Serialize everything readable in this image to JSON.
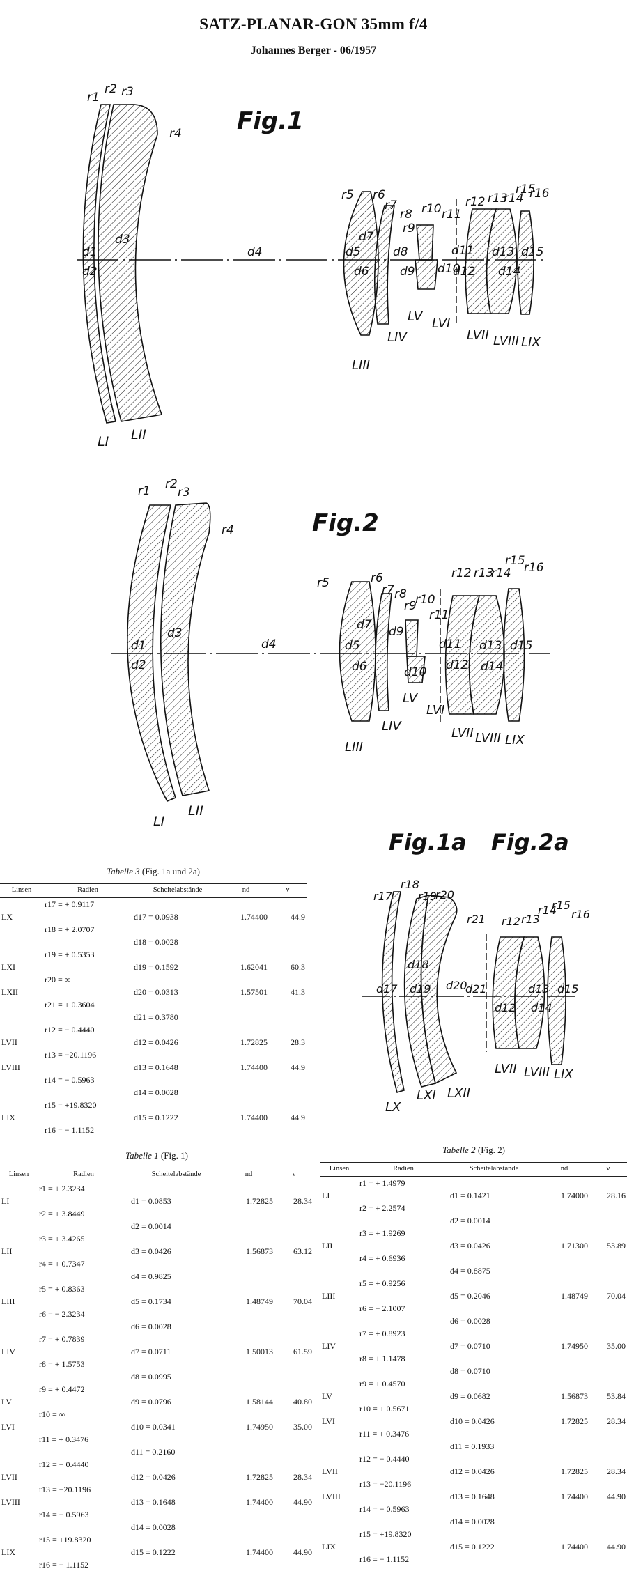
{
  "header": {
    "title": "SATZ-PLANAR-GON 35mm f/4",
    "subtitle": "Johannes Berger - 06/1957"
  },
  "fig1": {
    "caption": "Fig.1",
    "labels": {
      "r1": "r1",
      "r2": "r2",
      "r3": "r3",
      "r4": "r4",
      "r5": "r5",
      "r6": "r6",
      "r7": "r7",
      "r8": "r8",
      "r9": "r9",
      "r10": "r10",
      "r11": "r11",
      "r12": "r12",
      "r13": "r13",
      "r14": "r14",
      "r15": "r15",
      "r16": "r16",
      "d1": "d1",
      "d2": "d2",
      "d3": "d3",
      "d4": "d4",
      "d5": "d5",
      "d6": "d6",
      "d7": "d7",
      "d8": "d8",
      "d9": "d9",
      "d10": "d10",
      "d11": "d11",
      "d12": "d12",
      "d13": "d13",
      "d14": "d14",
      "d15": "d15",
      "L1": "LI",
      "L2": "LII",
      "L3": "LIII",
      "L4": "LIV",
      "L5": "LV",
      "L6": "LVI",
      "L7": "LVII",
      "L8": "LVIII",
      "L9": "LIX"
    }
  },
  "fig2": {
    "caption": "Fig.2",
    "labels": {
      "r1": "r1",
      "r2": "r2",
      "r3": "r3",
      "r4": "r4",
      "r5": "r5",
      "r6": "r6",
      "r7": "r7",
      "r8": "r8",
      "r9": "r9",
      "r10": "r10",
      "r11": "r11",
      "r12": "r12",
      "r13": "r13",
      "r14": "r14",
      "r15": "r15",
      "r16": "r16",
      "d1": "d1",
      "d2": "d2",
      "d3": "d3",
      "d4": "d4",
      "d5": "d5",
      "d6": "d6",
      "d7": "d7",
      "d9": "d9",
      "d10": "d10",
      "d11": "d11",
      "d12": "d12",
      "d13": "d13",
      "d14": "d14",
      "d15": "d15",
      "L1": "LI",
      "L2": "LII",
      "L3": "LIII",
      "L4": "LIV",
      "L5": "LV",
      "L6": "LVI",
      "L7": "LVII",
      "L8": "LVIII",
      "L9": "LIX"
    }
  },
  "fig1a": {
    "caption": "Fig.1a",
    "caption2": "Fig.2a",
    "labels": {
      "r12": "r12",
      "r13": "r13",
      "r14": "r14",
      "r15": "r15",
      "r16": "r16",
      "r17": "r17",
      "r18": "r18",
      "r19": "r19",
      "r20": "r20",
      "r21": "r21",
      "d12": "d12",
      "d13": "d13",
      "d14": "d14",
      "d15": "d15",
      "d17": "d17",
      "d18": "d18",
      "d19": "d19",
      "d20": "d20",
      "d21": "d21",
      "L7": "LVII",
      "L8": "LVIII",
      "L9": "LIX",
      "LX": "LX",
      "LXI": "LXI",
      "LXII": "LXII"
    }
  },
  "tables": {
    "headers": {
      "linsen": "Linsen",
      "radien": "Radien",
      "scheitel": "Scheitelabstände",
      "nd": "nd",
      "nu": "ν"
    },
    "t3": {
      "caption_prefix": "Tabelle",
      "number": "3",
      "caption_suffix": "(Fig. 1a und 2a)",
      "rows": [
        [
          "",
          "r17 = + 0.9117",
          "",
          "",
          ""
        ],
        [
          "LX",
          "",
          "d17 = 0.0938",
          "1.74400",
          "44.9"
        ],
        [
          "",
          "r18 = + 2.0707",
          "",
          "",
          ""
        ],
        [
          "",
          "",
          "d18 = 0.0028",
          "",
          ""
        ],
        [
          "",
          "r19 = + 0.5353",
          "",
          "",
          ""
        ],
        [
          "LXI",
          "",
          "d19 = 0.1592",
          "1.62041",
          "60.3"
        ],
        [
          "",
          "r20 = ∞",
          "",
          "",
          ""
        ],
        [
          "LXII",
          "",
          "d20 = 0.0313",
          "1.57501",
          "41.3"
        ],
        [
          "",
          "r21 = + 0.3604",
          "",
          "",
          ""
        ],
        [
          "",
          "",
          "d21 = 0.3780",
          "",
          ""
        ],
        [
          "",
          "r12 = − 0.4440",
          "",
          "",
          ""
        ],
        [
          "LVII",
          "",
          "d12 = 0.0426",
          "1.72825",
          "28.3"
        ],
        [
          "",
          "r13 = −20.1196",
          "",
          "",
          ""
        ],
        [
          "LVIII",
          "",
          "d13 = 0.1648",
          "1.74400",
          "44.9"
        ],
        [
          "",
          "r14 = − 0.5963",
          "",
          "",
          ""
        ],
        [
          "",
          "",
          "d14 = 0.0028",
          "",
          ""
        ],
        [
          "",
          "r15 = +19.8320",
          "",
          "",
          ""
        ],
        [
          "LIX",
          "",
          "d15 = 0.1222",
          "1.74400",
          "44.9"
        ],
        [
          "",
          "r16 = − 1.1152",
          "",
          "",
          ""
        ]
      ]
    },
    "t1": {
      "caption_prefix": "Tabelle",
      "number": "1",
      "caption_suffix": "(Fig. 1)",
      "rows": [
        [
          "",
          "r1 = + 2.3234",
          "",
          "",
          ""
        ],
        [
          "LI",
          "",
          "d1 = 0.0853",
          "1.72825",
          "28.34"
        ],
        [
          "",
          "r2 = + 3.8449",
          "",
          "",
          ""
        ],
        [
          "",
          "",
          "d2 = 0.0014",
          "",
          ""
        ],
        [
          "",
          "r3 = + 3.4265",
          "",
          "",
          ""
        ],
        [
          "LII",
          "",
          "d3 = 0.0426",
          "1.56873",
          "63.12"
        ],
        [
          "",
          "r4 = + 0.7347",
          "",
          "",
          ""
        ],
        [
          "",
          "",
          "d4 = 0.9825",
          "",
          ""
        ],
        [
          "",
          "r5 = + 0.8363",
          "",
          "",
          ""
        ],
        [
          "LIII",
          "",
          "d5 = 0.1734",
          "1.48749",
          "70.04"
        ],
        [
          "",
          "r6 = − 2.3234",
          "",
          "",
          ""
        ],
        [
          "",
          "",
          "d6 = 0.0028",
          "",
          ""
        ],
        [
          "",
          "r7 = + 0.7839",
          "",
          "",
          ""
        ],
        [
          "LIV",
          "",
          "d7 = 0.0711",
          "1.50013",
          "61.59"
        ],
        [
          "",
          "r8 = + 1.5753",
          "",
          "",
          ""
        ],
        [
          "",
          "",
          "d8 = 0.0995",
          "",
          ""
        ],
        [
          "",
          "r9 = + 0.4472",
          "",
          "",
          ""
        ],
        [
          "LV",
          "",
          "d9 = 0.0796",
          "1.58144",
          "40.80"
        ],
        [
          "",
          "r10 = ∞",
          "",
          "",
          ""
        ],
        [
          "LVI",
          "",
          "d10 = 0.0341",
          "1.74950",
          "35.00"
        ],
        [
          "",
          "r11 = + 0.3476",
          "",
          "",
          ""
        ],
        [
          "",
          "",
          "d11 = 0.2160",
          "",
          ""
        ],
        [
          "",
          "r12 = − 0.4440",
          "",
          "",
          ""
        ],
        [
          "LVII",
          "",
          "d12 = 0.0426",
          "1.72825",
          "28.34"
        ],
        [
          "",
          "r13 = −20.1196",
          "",
          "",
          ""
        ],
        [
          "LVIII",
          "",
          "d13 = 0.1648",
          "1.74400",
          "44.90"
        ],
        [
          "",
          "r14 = − 0.5963",
          "",
          "",
          ""
        ],
        [
          "",
          "",
          "d14 = 0.0028",
          "",
          ""
        ],
        [
          "",
          "r15 = +19.8320",
          "",
          "",
          ""
        ],
        [
          "LIX",
          "",
          "d15 = 0.1222",
          "1.74400",
          "44.90"
        ],
        [
          "",
          "r16 = − 1.1152",
          "",
          "",
          ""
        ]
      ]
    },
    "t2": {
      "caption_prefix": "Tabelle",
      "number": "2",
      "caption_suffix": "(Fig. 2)",
      "rows": [
        [
          "",
          "r1 = + 1.4979",
          "",
          "",
          ""
        ],
        [
          "LI",
          "",
          "d1 = 0.1421",
          "1.74000",
          "28.16"
        ],
        [
          "",
          "r2 = + 2.2574",
          "",
          "",
          ""
        ],
        [
          "",
          "",
          "d2 = 0.0014",
          "",
          ""
        ],
        [
          "",
          "r3 = + 1.9269",
          "",
          "",
          ""
        ],
        [
          "LII",
          "",
          "d3 = 0.0426",
          "1.71300",
          "53.89"
        ],
        [
          "",
          "r4 = + 0.6936",
          "",
          "",
          ""
        ],
        [
          "",
          "",
          "d4 = 0.8875",
          "",
          ""
        ],
        [
          "",
          "r5 = + 0.9256",
          "",
          "",
          ""
        ],
        [
          "LIII",
          "",
          "d5 = 0.2046",
          "1.48749",
          "70.04"
        ],
        [
          "",
          "r6 = − 2.1007",
          "",
          "",
          ""
        ],
        [
          "",
          "",
          "d6 = 0.0028",
          "",
          ""
        ],
        [
          "",
          "r7 = + 0.8923",
          "",
          "",
          ""
        ],
        [
          "LIV",
          "",
          "d7 = 0.0710",
          "1.74950",
          "35.00"
        ],
        [
          "",
          "r8 = + 1.1478",
          "",
          "",
          ""
        ],
        [
          "",
          "",
          "d8 = 0.0710",
          "",
          ""
        ],
        [
          "",
          "r9 = + 0.4570",
          "",
          "",
          ""
        ],
        [
          "LV",
          "",
          "d9 = 0.0682",
          "1.56873",
          "53.84"
        ],
        [
          "",
          "r10 = + 0.5671",
          "",
          "",
          ""
        ],
        [
          "LVI",
          "",
          "d10 = 0.0426",
          "1.72825",
          "28.34"
        ],
        [
          "",
          "r11 = + 0.3476",
          "",
          "",
          ""
        ],
        [
          "",
          "",
          "d11 = 0.1933",
          "",
          ""
        ],
        [
          "",
          "r12 = − 0.4440",
          "",
          "",
          ""
        ],
        [
          "LVII",
          "",
          "d12 = 0.0426",
          "1.72825",
          "28.34"
        ],
        [
          "",
          "r13 = −20.1196",
          "",
          "",
          ""
        ],
        [
          "LVIII",
          "",
          "d13 = 0.1648",
          "1.74400",
          "44.90"
        ],
        [
          "",
          "r14 = − 0.5963",
          "",
          "",
          ""
        ],
        [
          "",
          "",
          "d14 = 0.0028",
          "",
          ""
        ],
        [
          "",
          "r15 = +19.8320",
          "",
          "",
          ""
        ],
        [
          "LIX",
          "",
          "d15 = 0.1222",
          "1.74400",
          "44.90"
        ],
        [
          "",
          "r16 = − 1.1152",
          "",
          "",
          ""
        ]
      ]
    }
  }
}
